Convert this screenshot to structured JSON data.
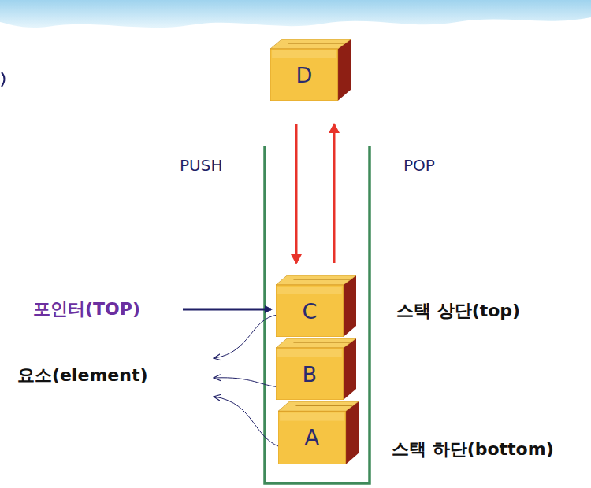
{
  "diagram": {
    "nodes": [
      {
        "text": [
          "D"
        ]
      },
      {
        "text": [
          "C"
        ]
      },
      {
        "text": [
          "B"
        ]
      },
      {
        "text": [
          "A"
        ]
      }
    ],
    "edges": [
      {
        "from": 0,
        "to": 1,
        "arrow": "to"
      },
      {
        "from": 1,
        "to": 0,
        "arrow": "to"
      }
    ],
    "labels": [
      "PUSH",
      "POP",
      "포인터(TOP)",
      "스택 상단(top)",
      "요소(element)",
      "스택 하단(bottom)"
    ]
  }
}
